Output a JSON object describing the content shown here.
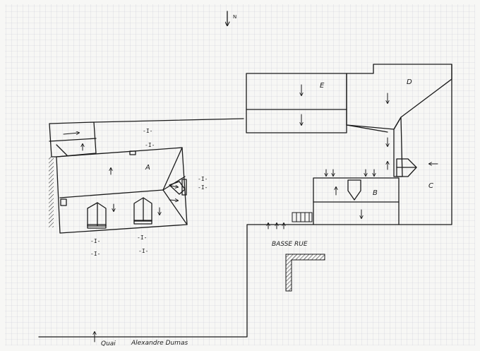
{
  "north_label": "N",
  "buildings": {
    "A": "A",
    "B": "B",
    "C": "C",
    "D": "D",
    "E": "E"
  },
  "streets": {
    "basse_rue": "BASSE RUE",
    "quai_word": "Quai",
    "quai_name": "Alexandre Dumas"
  },
  "marks": {
    "tick": "-I-"
  },
  "colors": {
    "paper": "#f2f2f0",
    "grid": "#c9ccd6",
    "ink": "#1a1a1a"
  }
}
